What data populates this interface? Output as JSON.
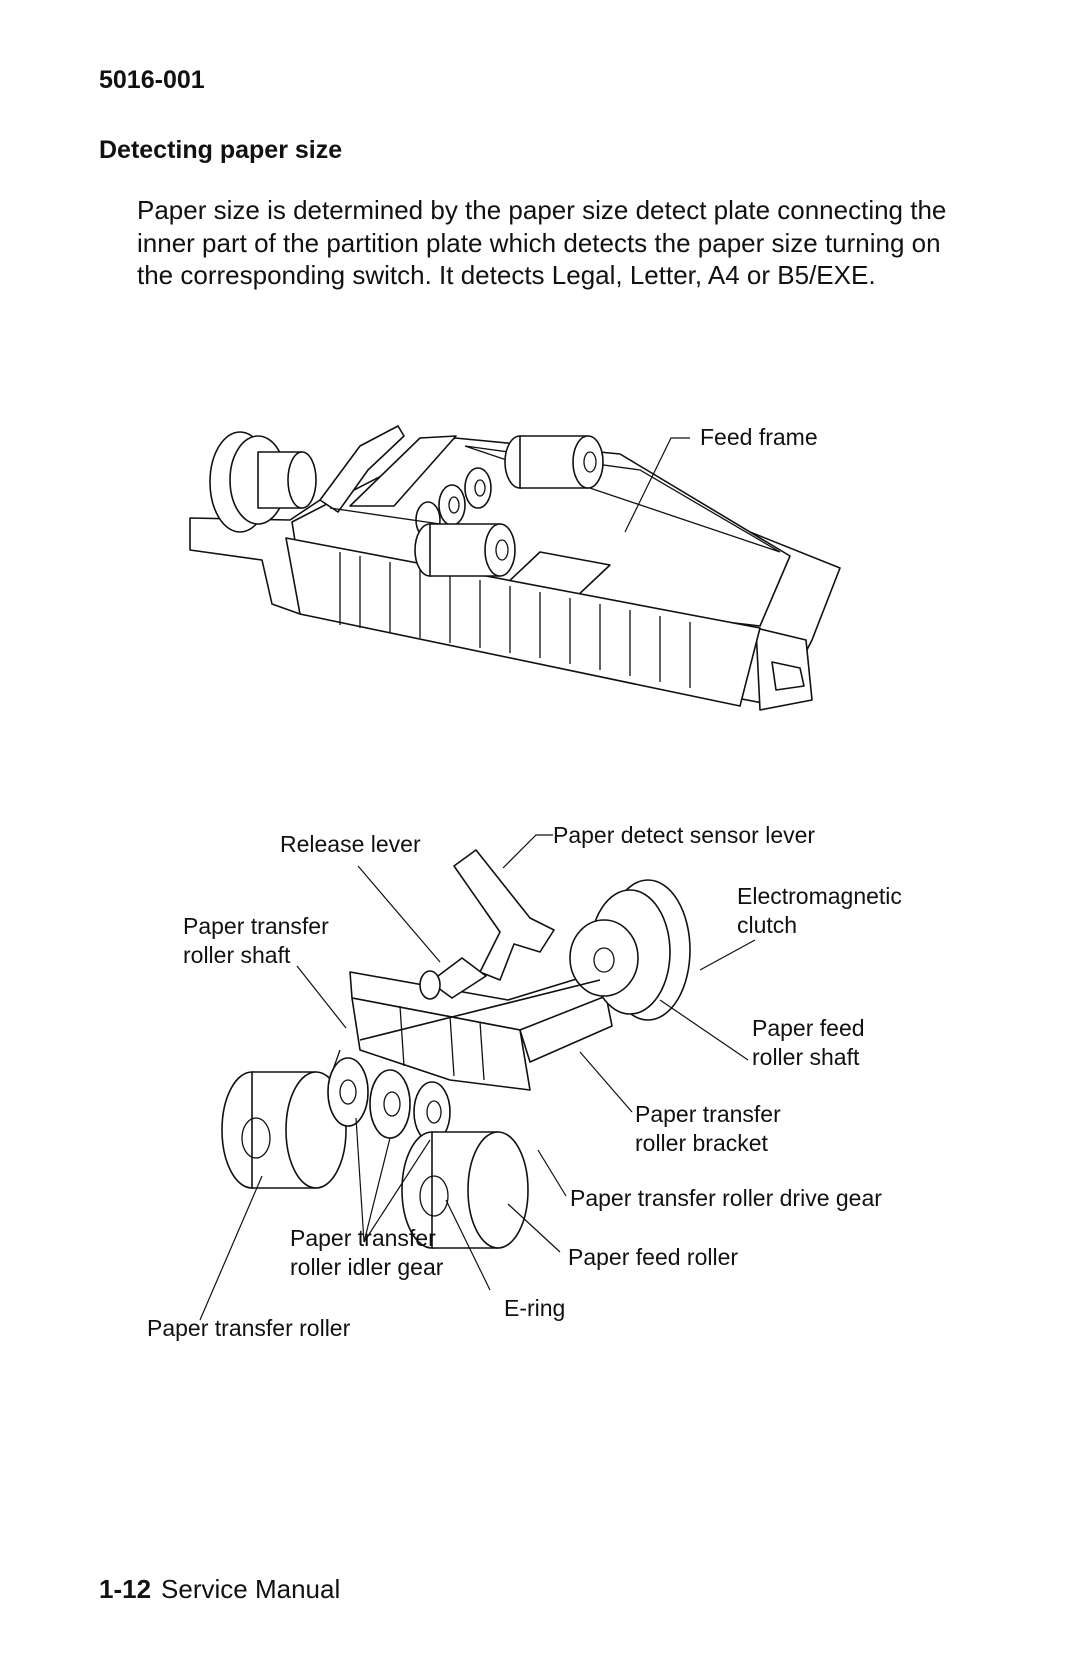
{
  "header": {
    "doc_number": "5016-001"
  },
  "section": {
    "heading": "Detecting paper size",
    "paragraph": "Paper size is determined by the paper size detect plate connecting the inner part of the partition plate which detects the paper size turning on the corresponding switch. It detects Legal, Letter, A4 or B5/EXE."
  },
  "figure_top": {
    "labels": {
      "feed_frame": "Feed frame"
    }
  },
  "figure_bottom": {
    "labels": {
      "release_lever": "Release lever",
      "paper_detect_sensor_lever": "Paper detect sensor lever",
      "electromagnetic_clutch_1": "Electromagnetic",
      "electromagnetic_clutch_2": "clutch",
      "paper_transfer_roller_shaft_1": "Paper transfer",
      "paper_transfer_roller_shaft_2": "roller shaft",
      "paper_feed_roller_shaft_1": "Paper feed",
      "paper_feed_roller_shaft_2": "roller shaft",
      "paper_transfer_roller_bracket_1": "Paper transfer",
      "paper_transfer_roller_bracket_2": "roller bracket",
      "paper_transfer_roller_drive_gear": "Paper transfer roller drive gear",
      "paper_transfer_roller_idler_gear_1": "Paper transfer",
      "paper_transfer_roller_idler_gear_2": "roller idler gear",
      "paper_feed_roller": "Paper feed roller",
      "e_ring": "E-ring",
      "paper_transfer_roller": "Paper transfer roller"
    }
  },
  "footer": {
    "page_number": "1-12",
    "manual_title": "Service Manual"
  }
}
